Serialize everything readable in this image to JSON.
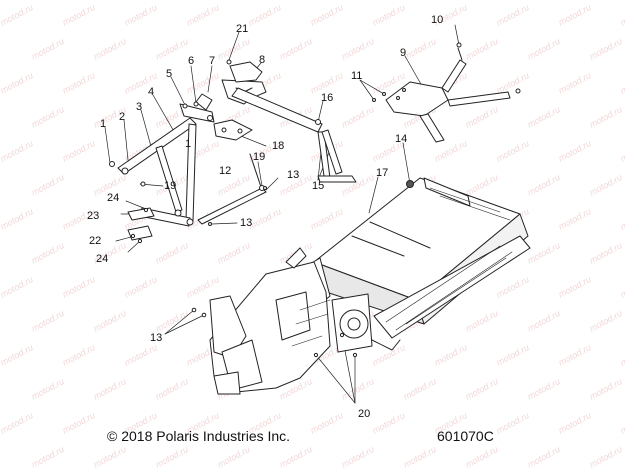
{
  "watermark_text": "motod.ru",
  "copyright": "© 2018 Polaris Industries Inc.",
  "diagram_code": "601070C",
  "callouts": [
    {
      "id": "c1a",
      "label": "1"
    },
    {
      "id": "c1b",
      "label": "1"
    },
    {
      "id": "c2",
      "label": "2"
    },
    {
      "id": "c3",
      "label": "3"
    },
    {
      "id": "c4",
      "label": "4"
    },
    {
      "id": "c5",
      "label": "5"
    },
    {
      "id": "c6",
      "label": "6"
    },
    {
      "id": "c7",
      "label": "7"
    },
    {
      "id": "c8",
      "label": "8"
    },
    {
      "id": "c9",
      "label": "9"
    },
    {
      "id": "c10",
      "label": "10"
    },
    {
      "id": "c11",
      "label": "11"
    },
    {
      "id": "c12",
      "label": "12"
    },
    {
      "id": "c13a",
      "label": "13"
    },
    {
      "id": "c13b",
      "label": "13"
    },
    {
      "id": "c13c",
      "label": "13"
    },
    {
      "id": "c14",
      "label": "14"
    },
    {
      "id": "c15",
      "label": "15"
    },
    {
      "id": "c16",
      "label": "16"
    },
    {
      "id": "c17",
      "label": "17"
    },
    {
      "id": "c18",
      "label": "18"
    },
    {
      "id": "c19a",
      "label": "19"
    },
    {
      "id": "c19b",
      "label": "19"
    },
    {
      "id": "c20",
      "label": "20"
    },
    {
      "id": "c21",
      "label": "21"
    },
    {
      "id": "c22",
      "label": "22"
    },
    {
      "id": "c23",
      "label": "23"
    },
    {
      "id": "c24a",
      "label": "24"
    },
    {
      "id": "c24b",
      "label": "24"
    }
  ]
}
